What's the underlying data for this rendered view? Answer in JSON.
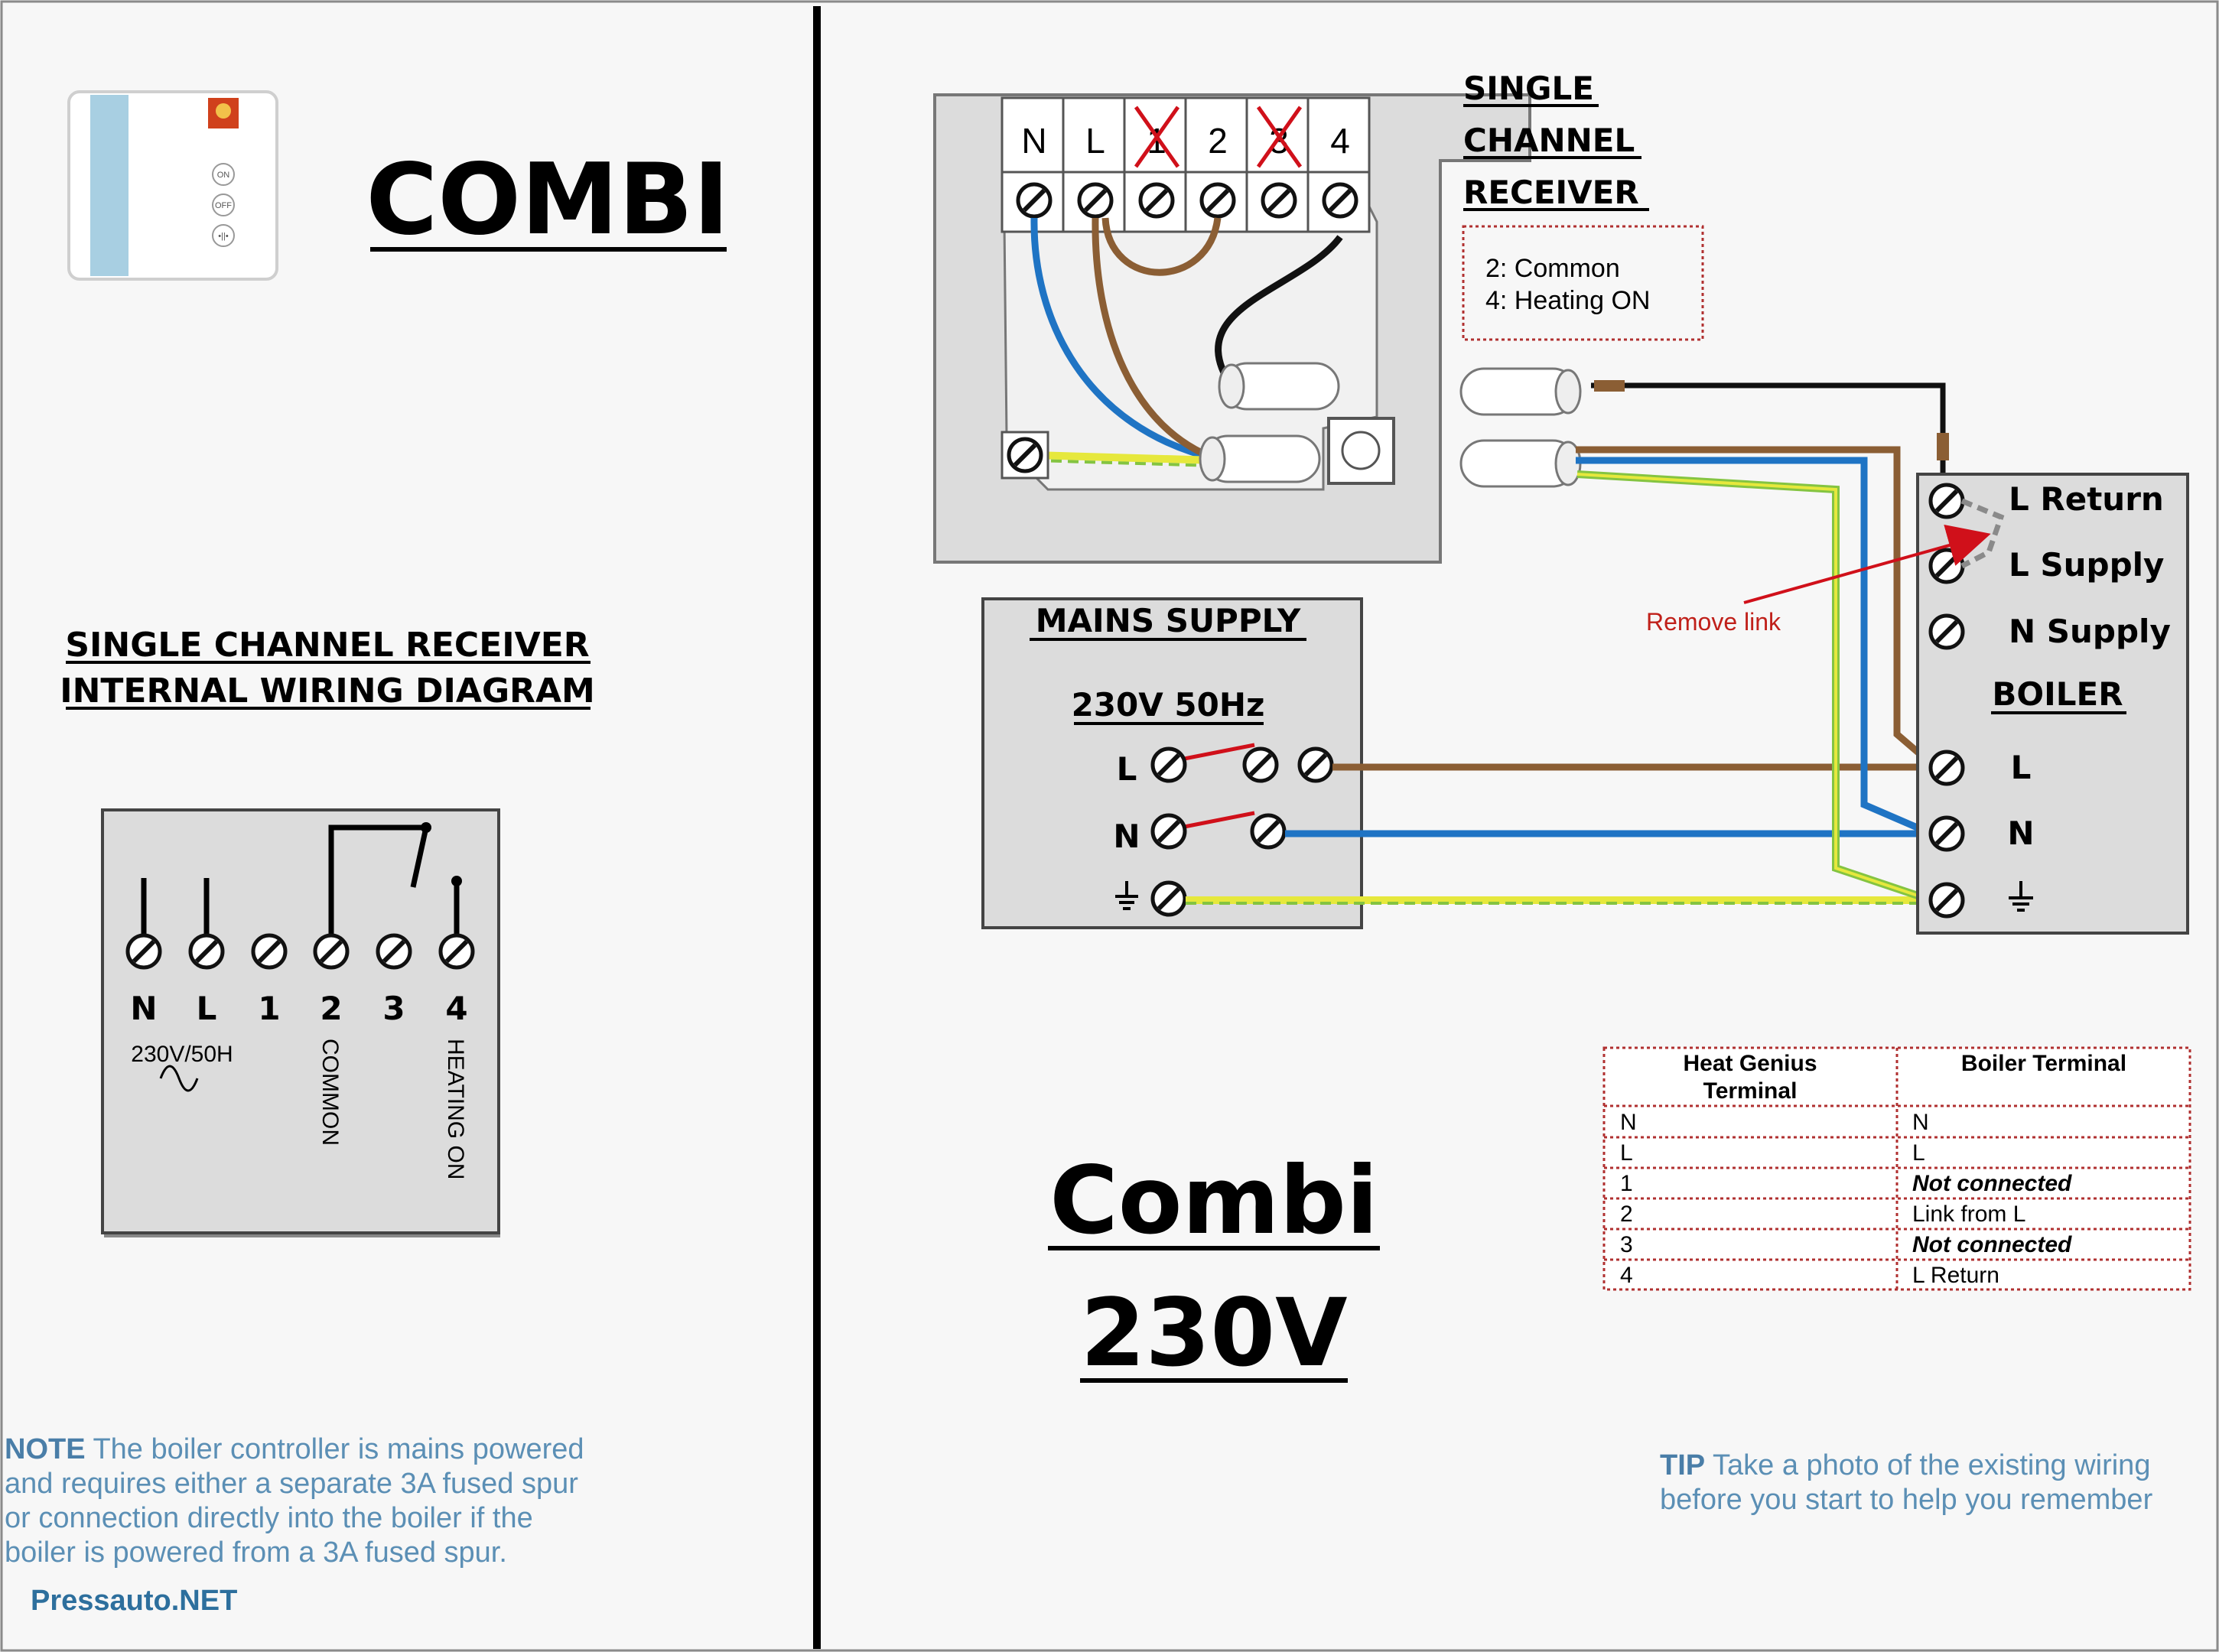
{
  "left": {
    "title": "COMBI",
    "device_buttons": [
      "ON",
      "OFF",
      "•||•"
    ],
    "diagram_title": [
      "SINGLE CHANNEL RECEIVER",
      "INTERNAL WIRING DIAGRAM"
    ],
    "terminals": [
      "N",
      "L",
      "1",
      "2",
      "3",
      "4"
    ],
    "supply_label": "230V/50H",
    "common_label": "COMMON",
    "heating_label": "HEATING ON",
    "note_head": "NOTE",
    "note_text": "The boiler controller is mains powered",
    "note_lines": [
      "and requires either a separate 3A fused spur",
      "or connection directly into the boiler if the",
      "boiler is powered from a 3A fused spur."
    ],
    "credit": "Pressauto.NET"
  },
  "right": {
    "receiver_terminals": [
      "N",
      "L",
      "1",
      "2",
      "3",
      "4"
    ],
    "receiver_label": [
      "SINGLE",
      "CHANNEL",
      "RECEIVER"
    ],
    "legend": [
      "2: Common",
      "4: Heating ON"
    ],
    "mains_title": "MAINS SUPPLY",
    "mains_voltage": "230V 50Hz",
    "mains_terminals": [
      "L",
      "N",
      "⏚"
    ],
    "boiler_labels": [
      "L Return",
      "L Supply",
      "N Supply"
    ],
    "boiler_title": "BOILER",
    "boiler_terminals": [
      "L",
      "N",
      "⏚"
    ],
    "remove_link": "Remove link",
    "big_title": "Combi",
    "big_subtitle": "230V",
    "table": {
      "headers": [
        "Heat Genius Terminal",
        "Boiler Terminal"
      ],
      "rows": [
        [
          "N",
          "N"
        ],
        [
          "L",
          "L"
        ],
        [
          "1",
          "Not connected"
        ],
        [
          "2",
          "Link from L"
        ],
        [
          "3",
          "Not connected"
        ],
        [
          "4",
          "L Return"
        ]
      ]
    },
    "tip_head": "TIP",
    "tip_text": "Take a photo of the existing wiring",
    "tip_line2": "before you start to help you remember"
  },
  "colors": {
    "brown": "#8b5e34",
    "blue": "#1f74c4",
    "green": "#84c441",
    "yellow": "#e6e83c",
    "red": "#d0101a",
    "link_text": "#c0201a",
    "note_blue": "#5b8fb5",
    "panel_grey": "#dcdcdc",
    "device_stripe": "#a8cfe2"
  },
  "icons": [
    "screw-terminal-icon",
    "earth-icon",
    "ac-sine-icon",
    "cross-icon"
  ]
}
